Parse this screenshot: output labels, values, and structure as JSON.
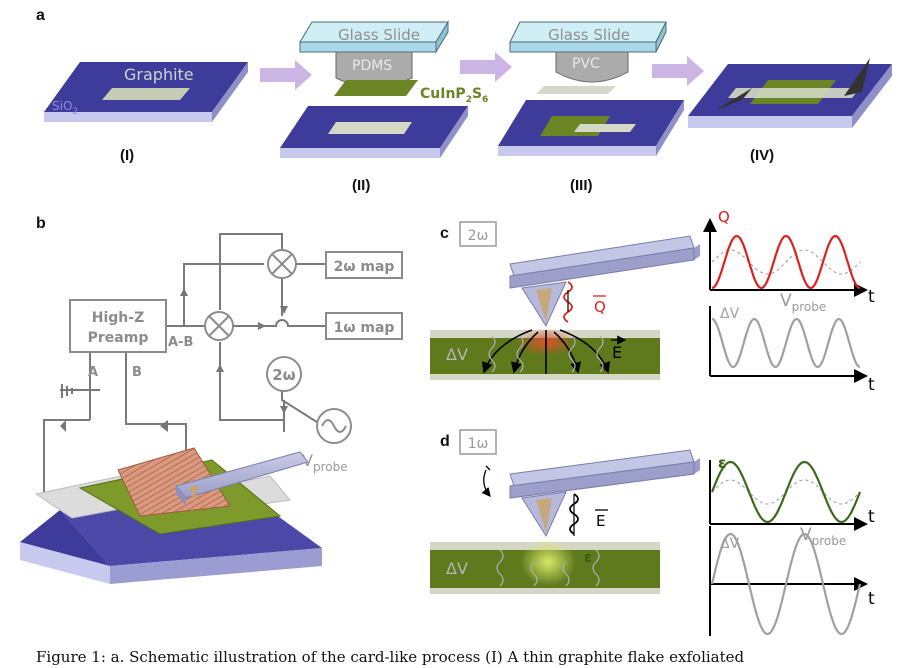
{
  "panels": {
    "a": "a",
    "b": "b",
    "c": "c",
    "d": "d"
  },
  "panel_a": {
    "graphite": "Graphite",
    "sio2": "SiO",
    "sio2_sub": "2",
    "glass_slide": "Glass Slide",
    "pdms": "PDMS",
    "pvc": "PVC",
    "cuinp2s6": "CuInP",
    "cuinp2s6_sub1": "2",
    "cuinp2s6_s": "S",
    "cuinp2s6_sub2": "6",
    "steps": [
      "(I)",
      "(II)",
      "(III)",
      "(IV)"
    ]
  },
  "panel_b": {
    "preamp_line1": "High-Z",
    "preamp_line2": "Preamp",
    "a": "A",
    "b": "B",
    "a_minus_b": "A-B",
    "two_omega_map": "2ω map",
    "one_omega_map": "1ω map",
    "two_omega": "2ω",
    "v": "V",
    "v_sub": "probe"
  },
  "panel_c": {
    "tag": "2ω",
    "q": "Q",
    "e": "E",
    "dv": "ΔV",
    "t": "t",
    "v": "V",
    "v_sub": "probe"
  },
  "panel_d": {
    "tag": "1ω",
    "e": "E",
    "eps": "ε",
    "dv": "ΔV",
    "t": "t",
    "v": "V",
    "v_sub": "probe"
  },
  "caption": "Figure 1: a. Schematic illustration of the card-like process (I) A thin graphite flake exfoliated"
}
